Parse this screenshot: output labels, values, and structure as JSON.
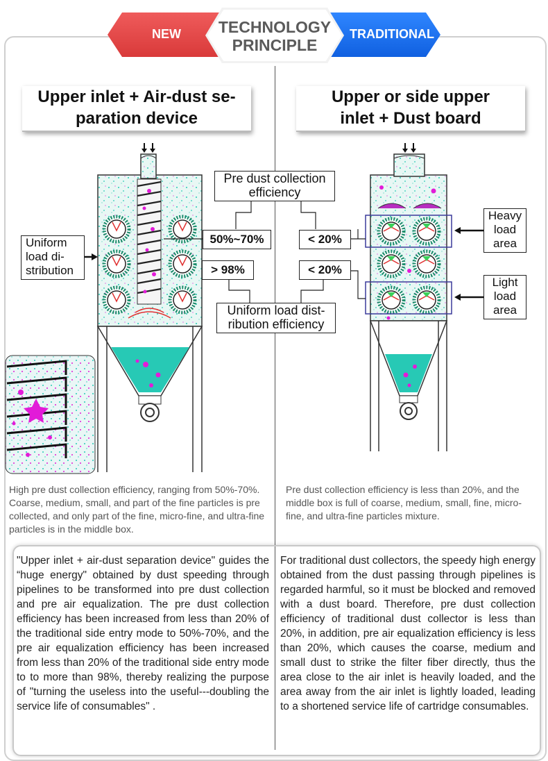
{
  "header": {
    "new_label": "NEW",
    "traditional_label": "TRADITIONAL",
    "center_line1": "TECHNOLOGY",
    "center_line2": "PRINCIPLE"
  },
  "left": {
    "heading_line1": "Upper inlet + Air-dust se-",
    "heading_line2": "paration device",
    "uniform_label_line1": "Uniform",
    "uniform_label_line2": "load di-",
    "uniform_label_line3": "stribution",
    "caption": "High pre dust collection efficiency, ranging from 50%-70%. Coarse, medium, small, and part of the fine particles is pre collected, and only part of the fine, micro-fine, and ultra-fine particles is in the middle box.",
    "paragraph": "\"Upper inlet + air-dust separation device\" guides the “huge energy\" obtained by dust speeding through pipelines to be transformed into pre dust collection and pre air equalization. The pre dust collection efficiency has been increased from less than 20% of the traditional side entry mode to 50%-70%, and the pre air equalization efficiency has been increased from less than 20% of the traditional side entry mode to to more than 98%, thereby realizing the purpose of \"turning the useless into the useful---doubling the service life of consumables\" ."
  },
  "right": {
    "heading_line1": "Upper or side upper",
    "heading_line2": "inlet + Dust board",
    "heavy_line1": "Heavy",
    "heavy_line2": "load",
    "heavy_line3": "area",
    "light_line1": "Light",
    "light_line2": "load",
    "light_line3": "area",
    "caption": "Pre dust collection efficiency is less than 20%, and the middle box is full of coarse, medium, small, fine, micro-fine, and ultra-fine particles mixture.",
    "paragraph": "For traditional dust collectors, the speedy high energy obtained from the dust passing through pipelines is regarded harmful, so it must be blocked and removed with a dust board. Therefore, pre dust collection efficiency of traditional dust collector is less than 20%, in addition, pre air equalization efficiency is less than 20%, which causes the coarse, medium and small dust to strike the filter fiber directly, thus the area close to the air inlet is heavily loaded, and the area away from the air inlet is lightly loaded, leading to a shortened service life of cartridge consumables."
  },
  "center": {
    "pre_dust_line1": "Pre dust collection",
    "pre_dust_line2": "efficiency",
    "new_pre_value": "50%~70%",
    "new_uniform_value": "> 98%",
    "trad_pre_value": "< 20%",
    "trad_uniform_value": "< 20%",
    "uniform_line1": "Uniform load dist-",
    "uniform_line2": "ribution efficiency"
  },
  "colors": {
    "new_red": "#e04848",
    "traditional_blue": "#1a6ef0",
    "dust_cyan": "#27c9b5",
    "particle_magenta": "#e21bd8"
  }
}
